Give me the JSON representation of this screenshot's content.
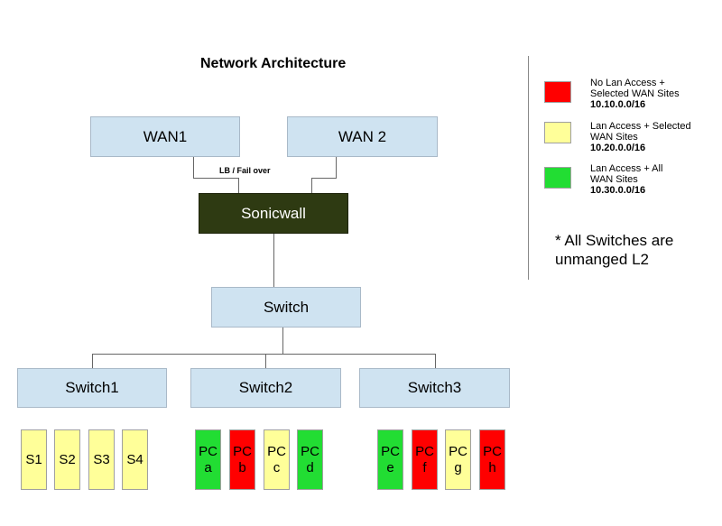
{
  "title": "Network Architecture",
  "colors": {
    "no_lan": "#ff0000",
    "lan_selected": "#ffff99",
    "lan_all": "#22dd33",
    "sonicwall": "#2e3a12",
    "node": "#cfe3f1"
  },
  "nodes": {
    "wan1": "WAN1",
    "wan2": "WAN 2",
    "lb_failover": "LB / Fail over",
    "sonicwall": "Sonicwall",
    "switch": "Switch",
    "switch1": "Switch1",
    "switch2": "Switch2",
    "switch3": "Switch3"
  },
  "servers": [
    "S1",
    "S2",
    "S3",
    "S4"
  ],
  "switch2_pcs": [
    {
      "l1": "PC",
      "l2": "a",
      "type": "lan_all"
    },
    {
      "l1": "PC",
      "l2": "b",
      "type": "no_lan"
    },
    {
      "l1": "PC",
      "l2": "c",
      "type": "lan_selected"
    },
    {
      "l1": "PC",
      "l2": "d",
      "type": "lan_all"
    }
  ],
  "switch3_pcs": [
    {
      "l1": "PC",
      "l2": "e",
      "type": "lan_all"
    },
    {
      "l1": "PC",
      "l2": "f",
      "type": "no_lan"
    },
    {
      "l1": "PC",
      "l2": "g",
      "type": "lan_selected"
    },
    {
      "l1": "PC",
      "l2": "h",
      "type": "no_lan"
    }
  ],
  "legend": [
    {
      "line1": "No Lan Access +",
      "line2": "Selected WAN Sites",
      "subnet": "10.10.0.0/16",
      "type": "no_lan"
    },
    {
      "line1": "Lan Access + Selected",
      "line2": "WAN Sites",
      "subnet": "10.20.0.0/16",
      "type": "lan_selected"
    },
    {
      "line1": "Lan Access +  All",
      "line2": "WAN Sites",
      "subnet": "10.30.0.0/16",
      "type": "lan_all"
    }
  ],
  "note": {
    "line1": "* All Switches are",
    "line2": "unmanged L2"
  }
}
